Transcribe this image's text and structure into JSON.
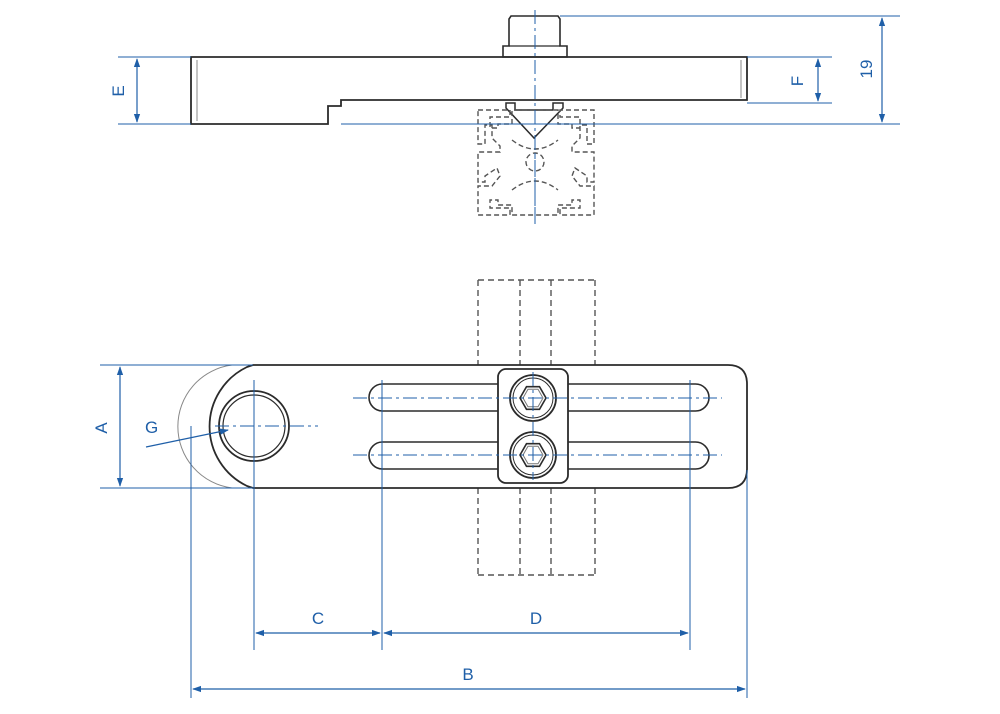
{
  "colors": {
    "part": "#2b2b2b",
    "dimension": "#1f5fa8",
    "hidden": "#555555",
    "background": "#ffffff"
  },
  "labels": {
    "a": "A",
    "b": "B",
    "c": "C",
    "d": "D",
    "e": "E",
    "f": "F",
    "g": "G",
    "height": "19"
  }
}
